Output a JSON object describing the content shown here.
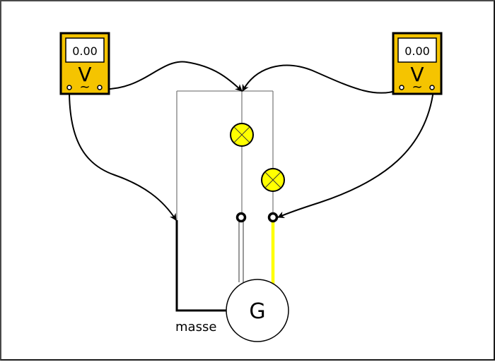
{
  "diagram": {
    "voltmeter_left": {
      "display": "0.00",
      "unit": "V",
      "mode_symbol": "~"
    },
    "voltmeter_right": {
      "display": "0.00",
      "unit": "V",
      "mode_symbol": "~"
    },
    "generator": {
      "label": "G"
    },
    "ground_label": "masse",
    "colors": {
      "meter_body": "#f5c400",
      "lamp": "#ffff00",
      "highlight_wire": "#ffff00",
      "wire": "#808080",
      "probe": "#000000"
    }
  }
}
